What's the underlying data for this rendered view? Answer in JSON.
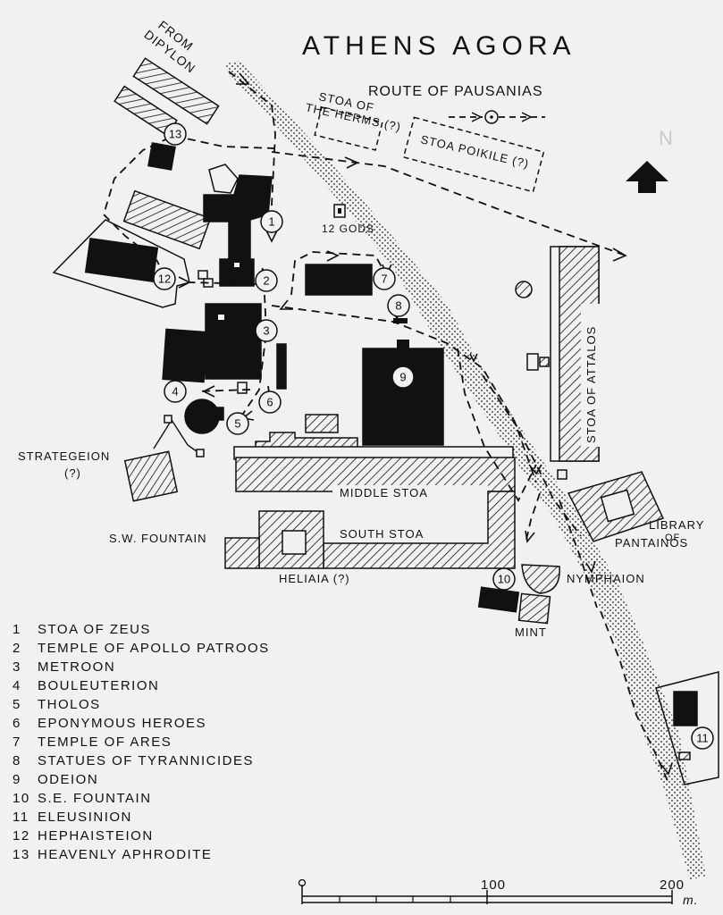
{
  "title": "ATHENS AGORA",
  "subtitle": "ROUTE OF PAUSANIAS",
  "north": "N",
  "from_label": [
    "FROM",
    "DIPYLON"
  ],
  "labels": {
    "stoa_herms": [
      "STOA OF",
      "THE HERMS (?)"
    ],
    "stoa_poikile": "STOA POIKILE (?)",
    "twelve_gods": "12 GODS",
    "stoa_attalos": "STOA OF ATTALOS",
    "strategeion": [
      "STRATEGEION",
      "(?)"
    ],
    "middle_stoa": "MIDDLE STOA",
    "south_stoa": "SOUTH STOA",
    "sw_fountain": "S.W. FOUNTAIN",
    "heliaia": "HELIAIA (?)",
    "library": [
      "LIBRARY",
      "OF",
      "PANTAINOS"
    ],
    "nymphaion": "NYMPHAION",
    "mint": "MINT"
  },
  "markers": [
    "1",
    "2",
    "3",
    "4",
    "5",
    "6",
    "7",
    "8",
    "9",
    "10",
    "11",
    "12",
    "13"
  ],
  "legend": [
    {
      "num": "1",
      "name": "STOA OF ZEUS"
    },
    {
      "num": "2",
      "name": "TEMPLE OF APOLLO PATROOS"
    },
    {
      "num": "3",
      "name": "METROON"
    },
    {
      "num": "4",
      "name": "BOULEUTERION"
    },
    {
      "num": "5",
      "name": "THOLOS"
    },
    {
      "num": "6",
      "name": "EPONYMOUS HEROES"
    },
    {
      "num": "7",
      "name": "TEMPLE OF ARES"
    },
    {
      "num": "8",
      "name": "STATUES OF TYRANNICIDES"
    },
    {
      "num": "9",
      "name": "ODEION"
    },
    {
      "num": "10",
      "name": "S.E. FOUNTAIN"
    },
    {
      "num": "11",
      "name": "ELEUSINION"
    },
    {
      "num": "12",
      "name": "HEPHAISTEION"
    },
    {
      "num": "13",
      "name": "HEAVENLY APHRODITE"
    }
  ],
  "scale": {
    "ticks": [
      "0",
      "100",
      "200"
    ],
    "unit": "m."
  },
  "colors": {
    "ink": "#111111",
    "paper": "#f1f1ef"
  },
  "icons": {
    "north": "north-arrow-icon",
    "route": "route-line-icon"
  }
}
